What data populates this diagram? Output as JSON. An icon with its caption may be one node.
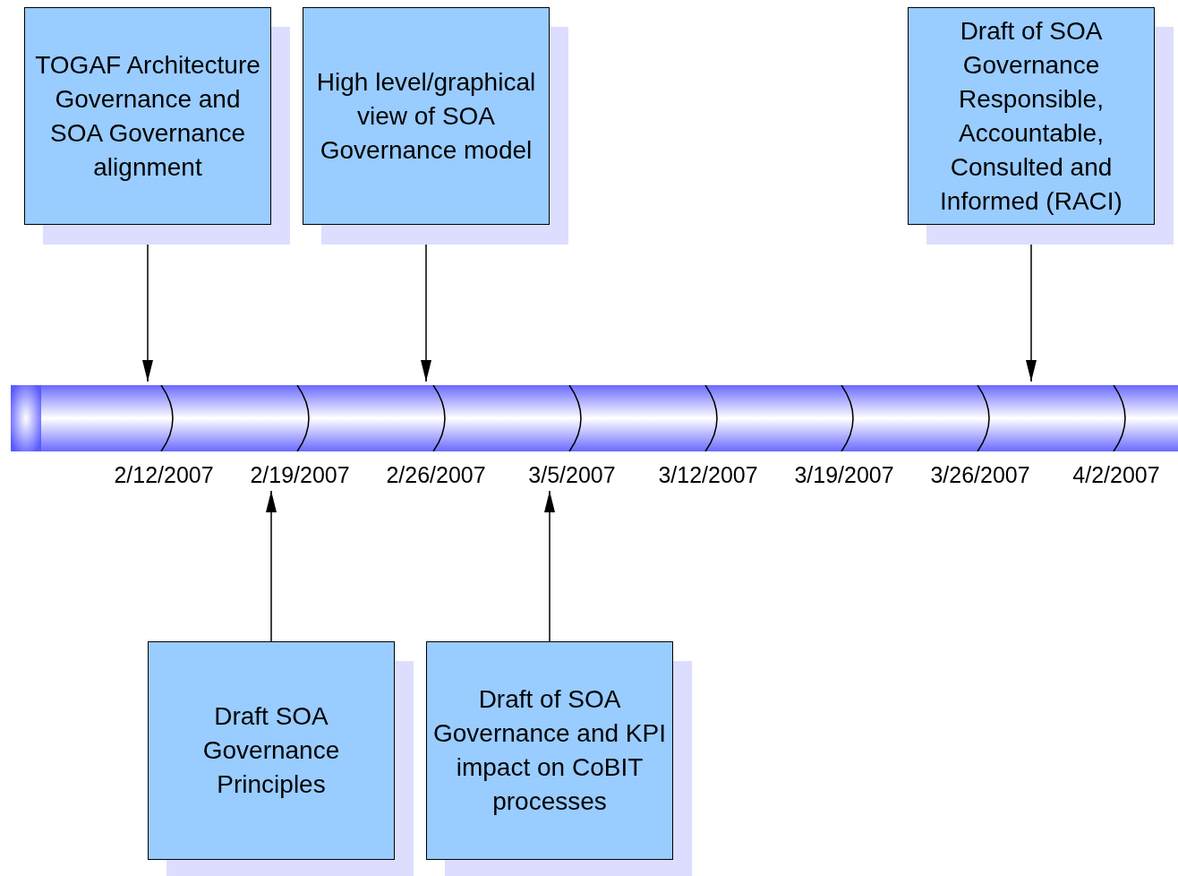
{
  "diagram": {
    "nodes": [
      {
        "text": [
          "TOGAF Architecture Governance and SOA Governance alignment"
        ]
      },
      {
        "text": [
          "High level/graphical view of SOA Governance model"
        ]
      },
      {
        "text": [
          "Draft of SOA Governance Responsible, Accountable, Consulted and Informed (RACI)"
        ]
      },
      {
        "text": [],
        "shape": "bar"
      },
      {
        "text": [
          "2/12/2007"
        ]
      },
      {
        "text": [
          "2/19/2007"
        ]
      },
      {
        "text": [
          "2/26/2007"
        ]
      },
      {
        "text": [
          "3/5/2007"
        ]
      },
      {
        "text": [
          "3/12/2007"
        ]
      },
      {
        "text": [
          "3/19/2007"
        ]
      },
      {
        "text": [
          "3/26/2007"
        ]
      },
      {
        "text": [
          "4/2/2007"
        ]
      },
      {
        "text": [
          "Draft SOA Governance Principles"
        ]
      },
      {
        "text": [
          "Draft of SOA Governance and KPI impact on CoBIT processes"
        ]
      }
    ],
    "edges": [
      {
        "from": 0,
        "to": 3,
        "arrow": "to"
      },
      {
        "from": 1,
        "to": 3,
        "arrow": "to"
      },
      {
        "from": 2,
        "to": 3,
        "arrow": "to"
      },
      {
        "from": 12,
        "to": 5,
        "arrow": "to"
      },
      {
        "from": 13,
        "to": 7,
        "arrow": "to"
      }
    ]
  }
}
